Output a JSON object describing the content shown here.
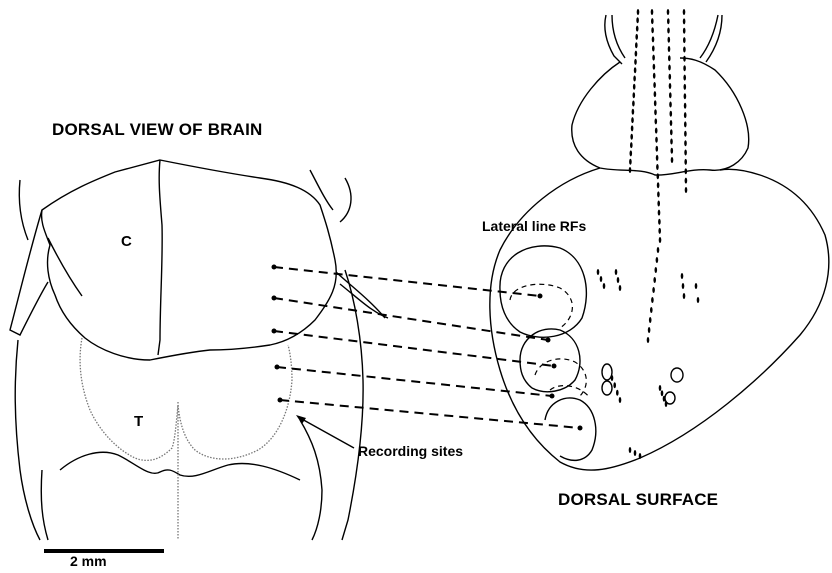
{
  "labels": {
    "left_title": "DORSAL VIEW OF BRAIN",
    "right_title": "DORSAL SURFACE",
    "label_c": "C",
    "label_t": "T",
    "lateral_line": "Lateral line RFs",
    "recording_sites": "Recording sites",
    "scale": "2 mm"
  }
}
